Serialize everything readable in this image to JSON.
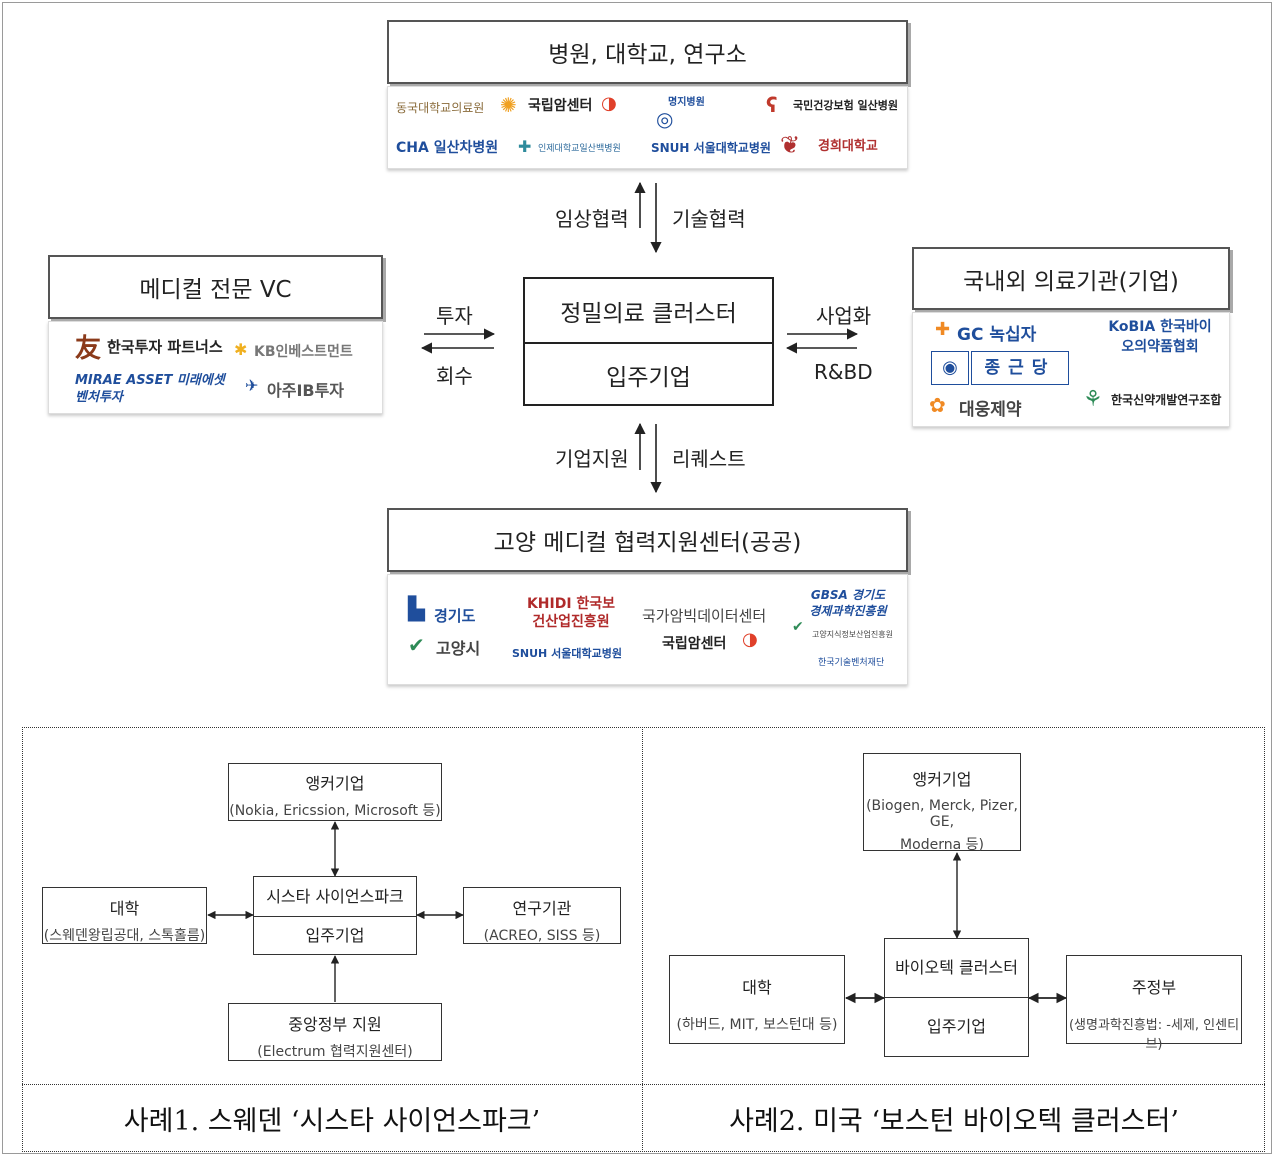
{
  "top": {
    "hospitals_title": "병원, 대학교, 연구소",
    "hospital_logos": [
      "동국대학교의료원",
      "국립암센터",
      "명지병원",
      "국민건강보험 일산병원",
      "CHA 일산차병원",
      "인제대학교일산백병원",
      "SNUH 서울대학교병원",
      "경희대학교"
    ],
    "label_clinical": "임상협력",
    "label_tech": "기술협력",
    "vc_title": "메디컬 전문 VC",
    "vc_logos": [
      "한국투자 파트너스",
      "KB인베스트먼트",
      "MIRAE ASSET 미래에셋벤처투자",
      "아주IB투자"
    ],
    "label_invest": "투자",
    "label_recover": "회수",
    "cluster_title": "정밀의료 클러스터",
    "cluster_sub": "입주기업",
    "label_commercial": "사업화",
    "label_rbd": "R&BD",
    "domestic_title": "국내외 의료기관(기업)",
    "domestic_logos": [
      "GC 녹십자",
      "KoBIA 한국바이오의약품협회",
      "종근당",
      "대웅제약",
      "한국신약개발연구조합"
    ],
    "label_support": "기업지원",
    "label_request": "리퀘스트",
    "center_title": "고양 메디컬 협력지원센터(공공)",
    "center_logos": [
      "경기도",
      "고양시",
      "KHIDI 한국보건산업진흥원",
      "SNUH 서울대학교병원",
      "국가암빅데이터센터",
      "국립암센터",
      "GBSA 경기도경제과학진흥원",
      "고양지식정보산업진흥원",
      "한국기술벤처재단"
    ]
  },
  "case1": {
    "anchor_title": "앵커기업",
    "anchor_sub": "(Nokia, Ericssion, Microsoft 등)",
    "univ_title": "대학",
    "univ_sub": "(스웨덴왕립공대, 스톡홀름)",
    "cluster_title": "시스타 사이언스파크",
    "cluster_sub": "입주기업",
    "research_title": "연구기관",
    "research_sub": "(ACREO, SISS 등)",
    "gov_title": "중앙정부 지원",
    "gov_sub": "(Electrum 협력지원센터)",
    "caption": "사례1. 스웨덴 ‘시스타 사이언스파크’"
  },
  "case2": {
    "anchor_title": "앵커기업",
    "anchor_sub1": "(Biogen, Merck, Pizer, GE,",
    "anchor_sub2": "Moderna 등)",
    "univ_title": "대학",
    "univ_sub": "(하버드, MIT, 보스턴대 등)",
    "cluster_title": "바이오텍 클러스터",
    "cluster_sub": "입주기업",
    "state_title": "주정부",
    "state_sub": "(생명과학진흥법: -세제, 인센티브)",
    "caption": "사례2. 미국 ‘보스턴 바이오텍 클러스터’"
  },
  "colors": {
    "border": "#555555",
    "text": "#222222",
    "accent_orange": "#f08a24",
    "accent_blue": "#1f4e9c",
    "accent_red": "#c0392b",
    "accent_green": "#2e8b57"
  }
}
